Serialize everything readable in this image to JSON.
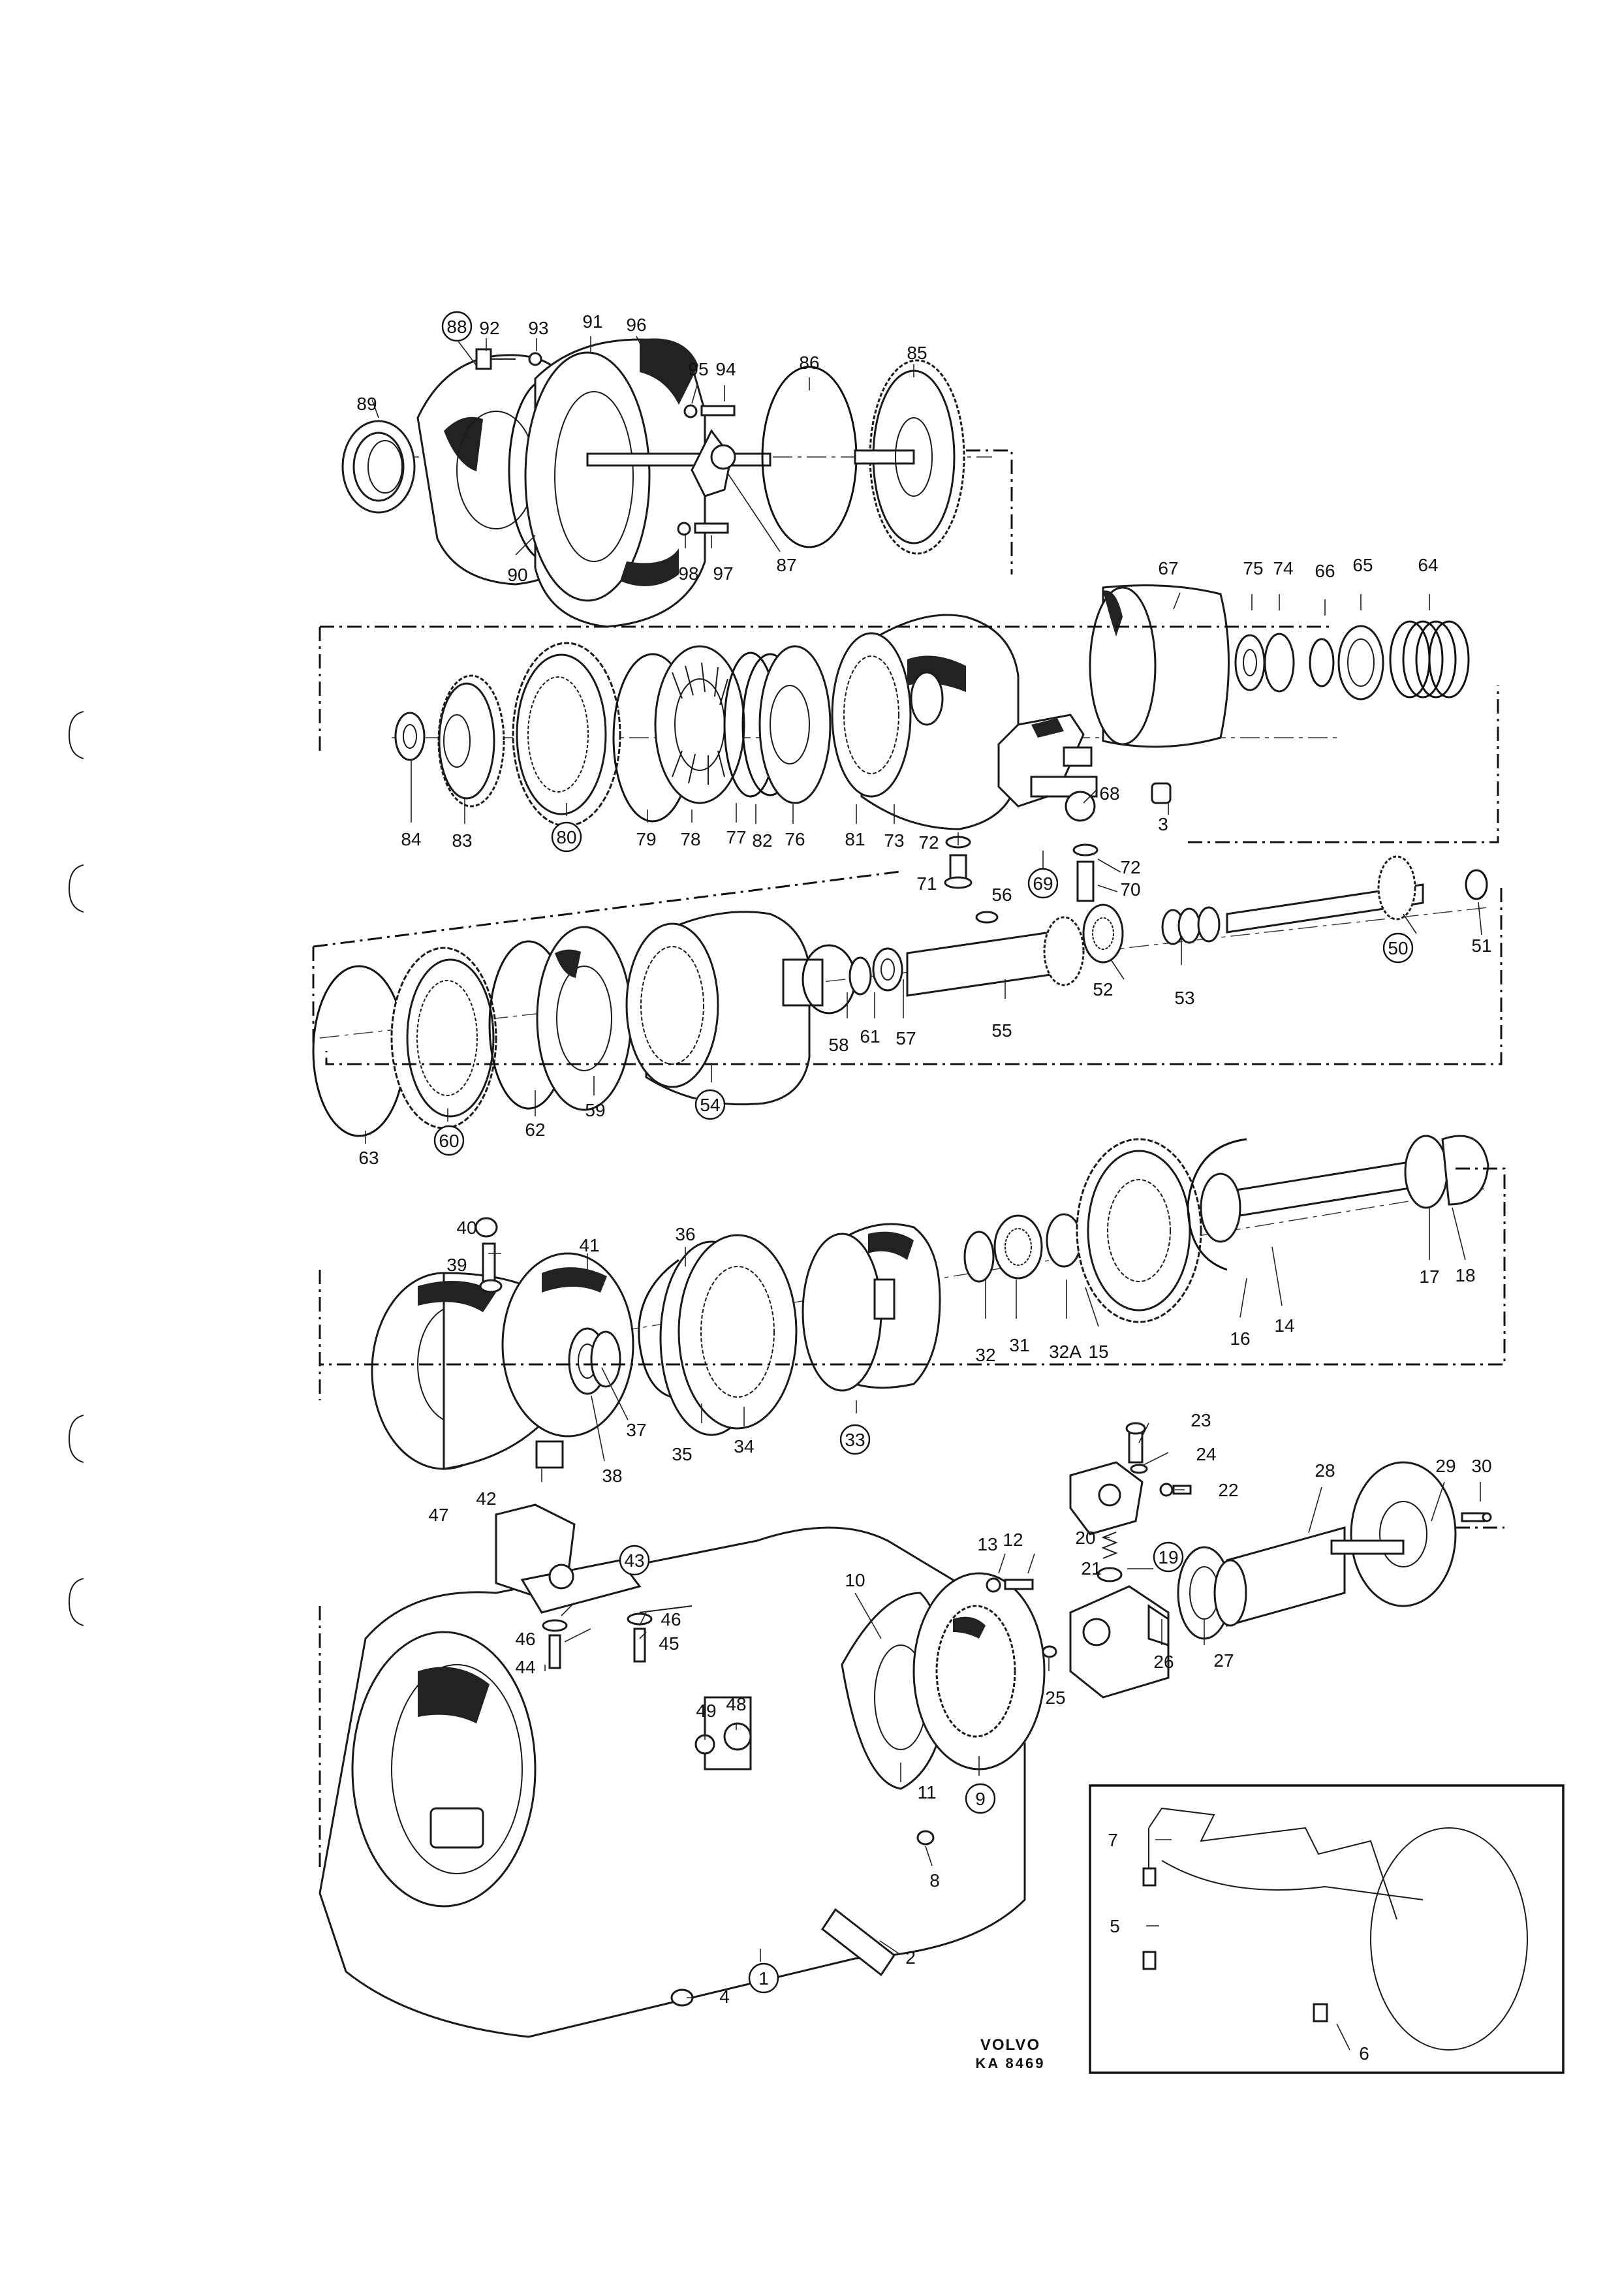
{
  "diagram": {
    "brand": "VOLVO",
    "drawing_code": "KA 8469",
    "labels": {
      "p88": "88",
      "p92": "92",
      "p93": "93",
      "p91": "91",
      "p96": "96",
      "p95": "95",
      "p94": "94",
      "p86": "86",
      "p85": "85",
      "p89": "89",
      "p90": "90",
      "p98": "98",
      "p97": "97",
      "p87": "87",
      "p67": "67",
      "p75": "75",
      "p74": "74",
      "p66": "66",
      "p65": "65",
      "p64": "64",
      "p84": "84",
      "p83": "83",
      "p80": "80",
      "p79": "79",
      "p78": "78",
      "p77": "77",
      "p82": "82",
      "p76": "76",
      "p81": "81",
      "p73": "73",
      "p68": "68",
      "p3": "3",
      "p72a": "72",
      "p72b": "72",
      "p71": "71",
      "p69": "69",
      "p70": "70",
      "p56": "56",
      "p50": "50",
      "p51": "51",
      "p53": "53",
      "p52": "52",
      "p55": "55",
      "p57": "57",
      "p61": "61",
      "p58": "58",
      "p54": "54",
      "p59": "59",
      "p62": "62",
      "p60": "60",
      "p63": "63",
      "p40": "40",
      "p39": "39",
      "p41": "41",
      "p36": "36",
      "p37": "37",
      "p38": "38",
      "p47": "47",
      "p42": "42",
      "p35": "35",
      "p34": "34",
      "p33": "33",
      "p32": "32",
      "p31": "31",
      "p32a": "32A",
      "p15": "15",
      "p16": "16",
      "p14": "14",
      "p17": "17",
      "p18": "18",
      "p23": "23",
      "p24": "24",
      "p22": "22",
      "p28": "28",
      "p29": "29",
      "p30": "30",
      "p20": "20",
      "p19": "19",
      "p21": "21",
      "p13": "13",
      "p12": "12",
      "p10": "10",
      "p26": "26",
      "p27": "27",
      "p25": "25",
      "p43": "43",
      "p46a": "46",
      "p46b": "46",
      "p44": "44",
      "p45": "45",
      "p49": "49",
      "p48": "48",
      "p11": "11",
      "p9": "9",
      "p8": "8",
      "p2": "2",
      "p1": "1",
      "p4": "4",
      "p7": "7",
      "p5": "5",
      "p6": "6"
    }
  }
}
